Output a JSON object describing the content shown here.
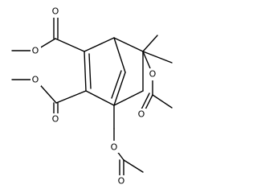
{
  "diagram": {
    "type": "skeletal-structure",
    "atom_labels": {
      "o1": "O",
      "o2": "O",
      "o3": "O",
      "o4": "O",
      "o5": "O",
      "o6": "O",
      "o7": "O",
      "o8": "O"
    }
  }
}
